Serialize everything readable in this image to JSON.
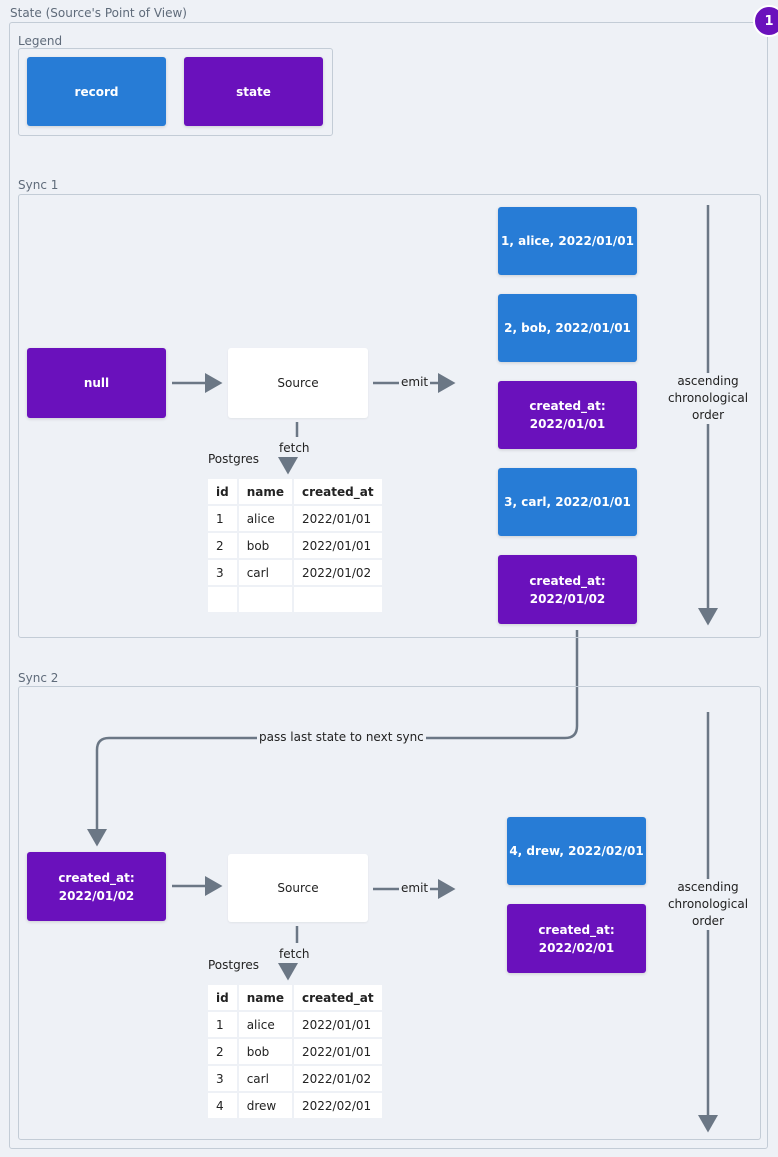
{
  "title": "State (Source's Point of View)",
  "badge": "1",
  "colors": {
    "record": "#277cd6",
    "state": "#6a11bc",
    "background": "#eef1f6"
  },
  "legend": {
    "label": "Legend",
    "record": "record",
    "state": "state"
  },
  "sync1": {
    "label": "Sync 1",
    "input_state": "null",
    "source": "Source",
    "emit": "emit",
    "fetch": "fetch",
    "db_label": "Postgres",
    "table": {
      "headers": [
        "id",
        "name",
        "created_at"
      ],
      "rows": [
        [
          "1",
          "alice",
          "2022/01/01"
        ],
        [
          "2",
          "bob",
          "2022/01/01"
        ],
        [
          "3",
          "carl",
          "2022/01/02"
        ],
        [
          "",
          "",
          ""
        ]
      ]
    },
    "outputs": [
      {
        "type": "record",
        "text": "1, alice, 2022/01/01"
      },
      {
        "type": "record",
        "text": "2, bob, 2022/01/01"
      },
      {
        "type": "state",
        "text": "created_at:\n2022/01/01"
      },
      {
        "type": "record",
        "text": "3, carl, 2022/01/01"
      },
      {
        "type": "state",
        "text": "created_at:\n2022/01/02"
      }
    ],
    "order": "ascending\nchronological\norder"
  },
  "pass_label": "pass last state to next sync",
  "sync2": {
    "label": "Sync 2",
    "input_state": "created_at:\n2022/01/02",
    "source": "Source",
    "emit": "emit",
    "fetch": "fetch",
    "db_label": "Postgres",
    "table": {
      "headers": [
        "id",
        "name",
        "created_at"
      ],
      "rows": [
        [
          "1",
          "alice",
          "2022/01/01"
        ],
        [
          "2",
          "bob",
          "2022/01/01"
        ],
        [
          "3",
          "carl",
          "2022/01/02"
        ],
        [
          "4",
          "drew",
          "2022/02/01"
        ]
      ]
    },
    "outputs": [
      {
        "type": "record",
        "text": "4, drew, 2022/02/01"
      },
      {
        "type": "state",
        "text": "created_at:\n2022/02/01"
      }
    ],
    "order": "ascending\nchronological\norder"
  }
}
